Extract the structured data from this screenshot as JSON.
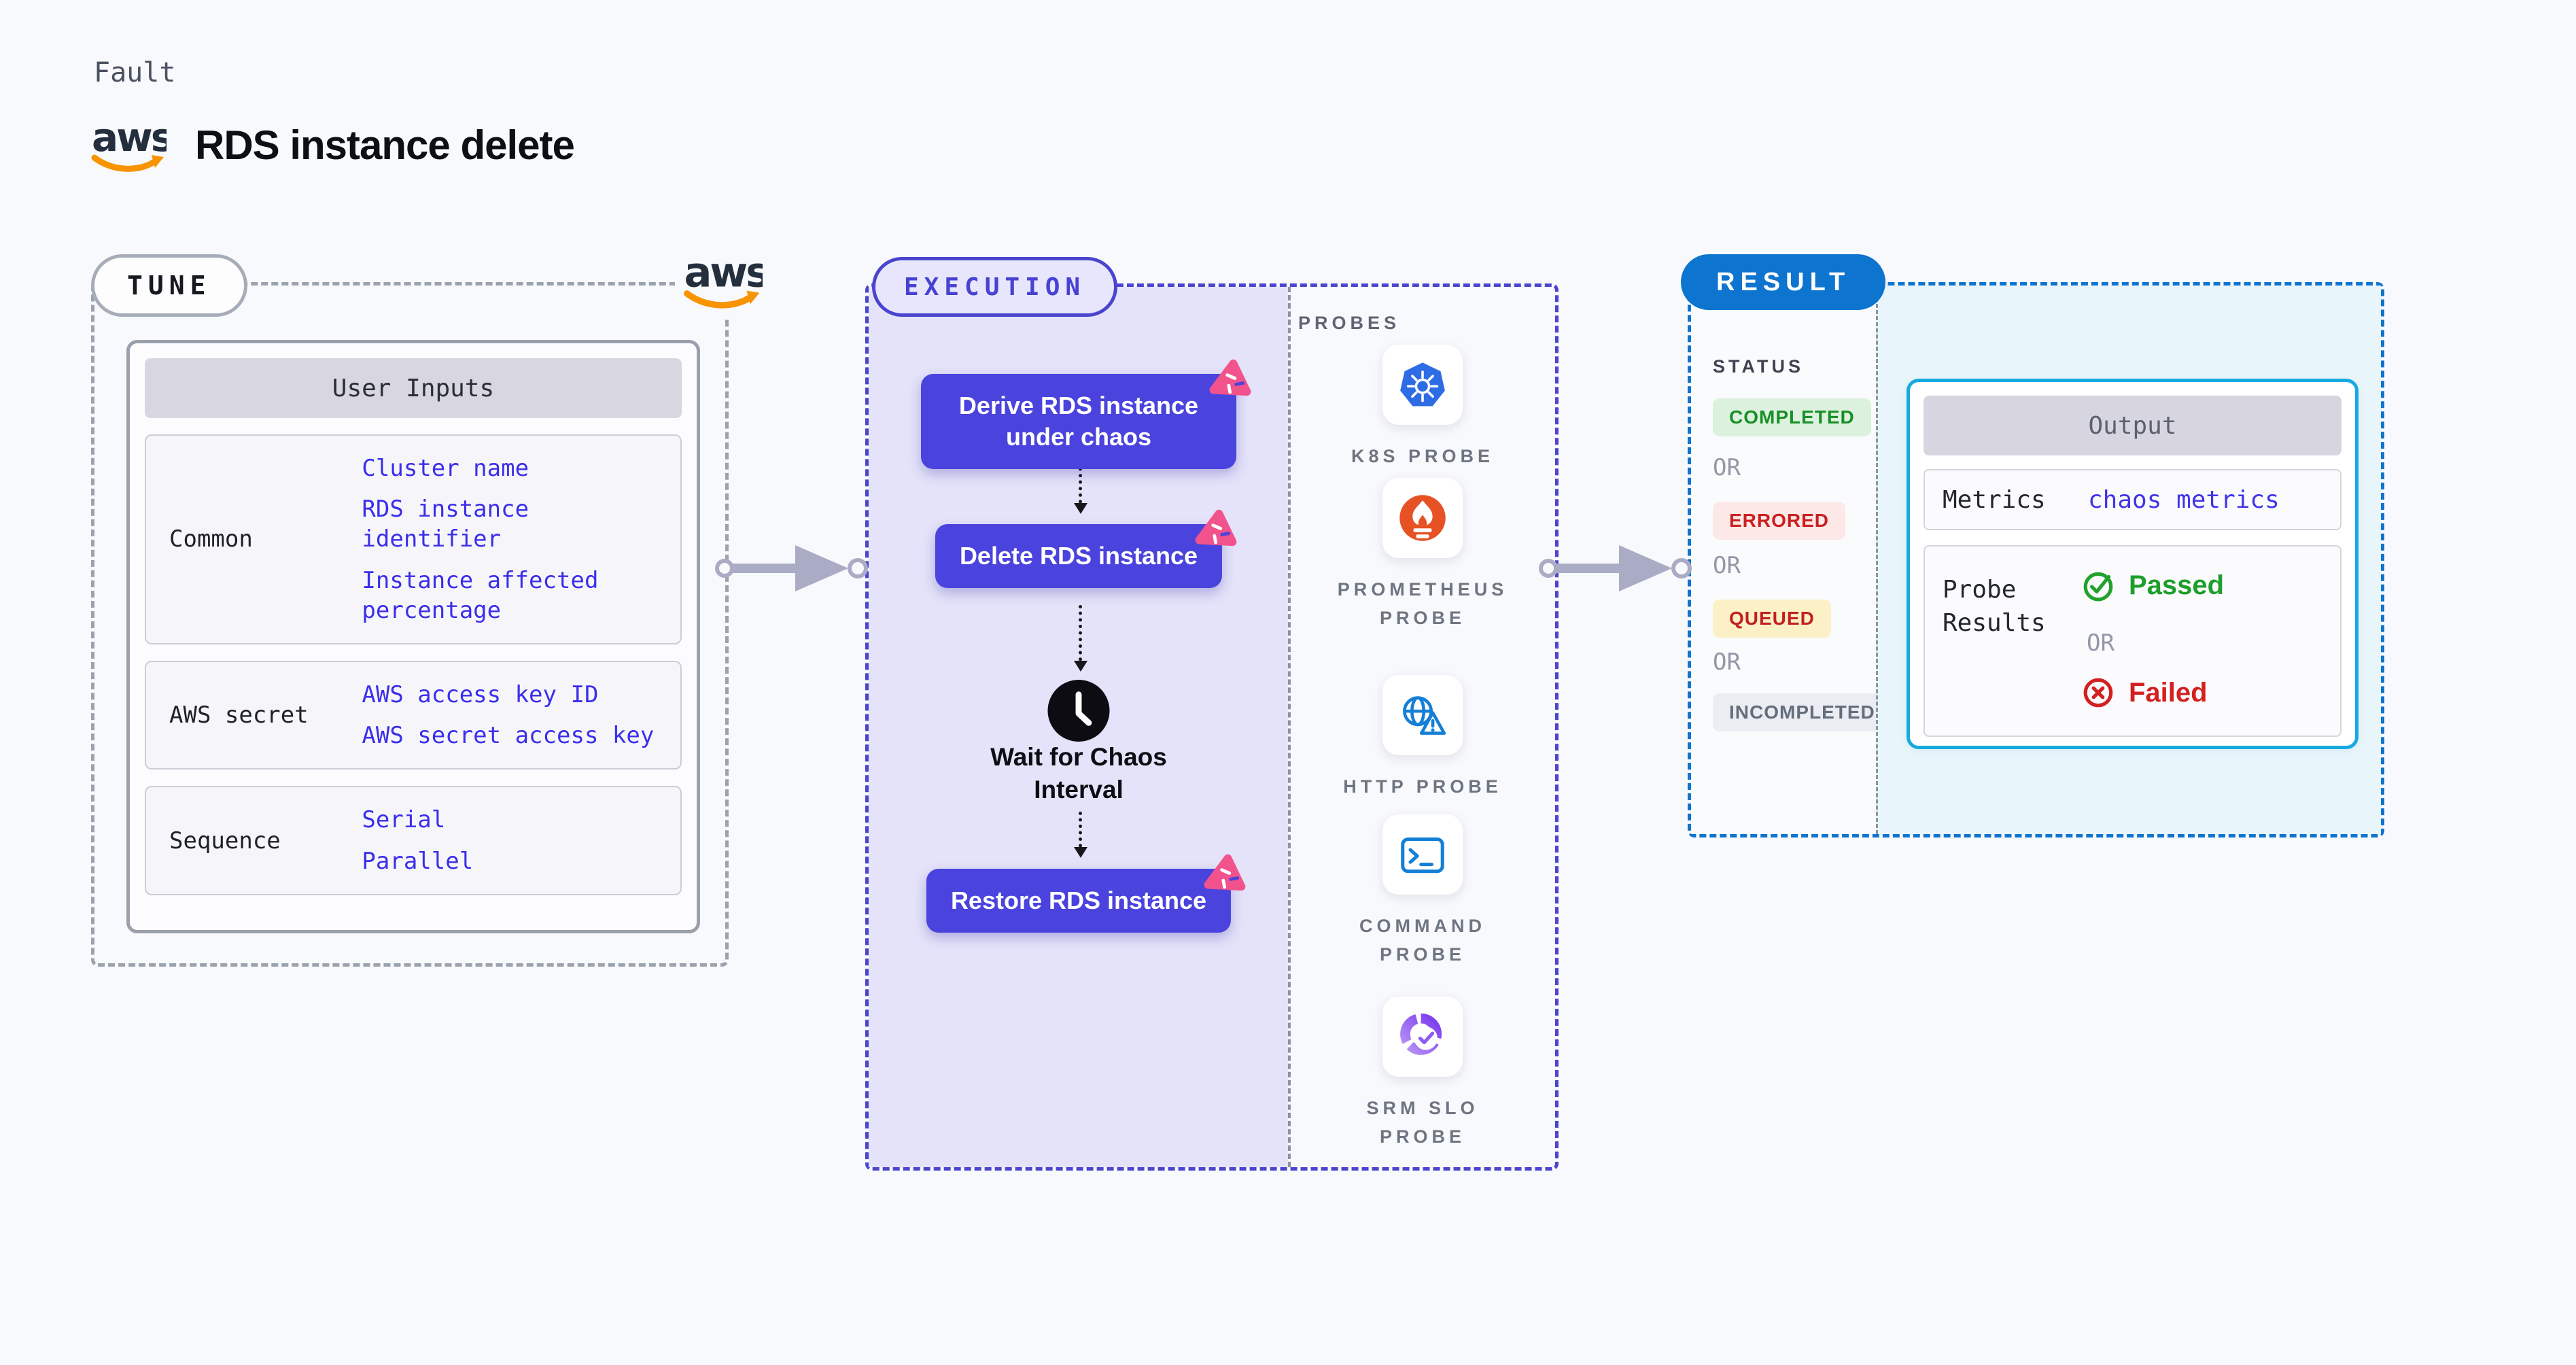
{
  "header": {
    "eyebrow": "Fault",
    "title": "RDS instance delete"
  },
  "tune": {
    "badge": "TUNE",
    "user_inputs": {
      "header": "User Inputs",
      "rows": [
        {
          "label": "Common",
          "values": [
            "Cluster name",
            "RDS instance identifier",
            "Instance affected percentage"
          ]
        },
        {
          "label": "AWS secret",
          "values": [
            "AWS access key ID",
            "AWS secret access key"
          ]
        },
        {
          "label": "Sequence",
          "values": [
            "Serial",
            "Parallel"
          ]
        }
      ]
    }
  },
  "execution": {
    "badge": "EXECUTION",
    "steps": [
      {
        "label": "Derive RDS instance under chaos",
        "type": "chaos-node"
      },
      {
        "label": "Delete RDS instance",
        "type": "chaos-node"
      },
      {
        "label": "Wait for Chaos Interval",
        "type": "wait"
      },
      {
        "label": "Restore RDS instance",
        "type": "chaos-node"
      }
    ],
    "probes": {
      "heading": "PROBES",
      "items": [
        {
          "label": "K8S PROBE",
          "icon": "kubernetes-icon"
        },
        {
          "label": "PROMETHEUS PROBE",
          "icon": "prometheus-icon"
        },
        {
          "label": "HTTP PROBE",
          "icon": "http-globe-warning-icon"
        },
        {
          "label": "COMMAND PROBE",
          "icon": "terminal-icon"
        },
        {
          "label": "SRM SLO PROBE",
          "icon": "slo-donut-check-icon"
        }
      ]
    }
  },
  "result": {
    "badge": "RESULT",
    "status": {
      "heading": "STATUS",
      "or": "OR",
      "states": [
        {
          "text": "COMPLETED",
          "tone": "green"
        },
        {
          "text": "ERRORED",
          "tone": "red"
        },
        {
          "text": "QUEUED",
          "tone": "amber"
        },
        {
          "text": "INCOMPLETED",
          "tone": "gray"
        }
      ]
    },
    "output": {
      "header": "Output",
      "metrics_label": "Metrics",
      "metrics_value": "chaos metrics",
      "probe_results_label": "Probe Results",
      "passed": "Passed",
      "or": "OR",
      "failed": "Failed"
    }
  },
  "colors": {
    "accent_indigo": "#4a44cf",
    "node_indigo": "#4b43dd",
    "value_blue": "#3a2eea",
    "result_blue": "#0d74cf",
    "output_cyan": "#17aadf",
    "passed_green": "#1f9e2c",
    "failed_red": "#d32020",
    "litmus_pink": "#f2538c",
    "aws_orange": "#f79400",
    "aws_navy": "#242f3e"
  }
}
